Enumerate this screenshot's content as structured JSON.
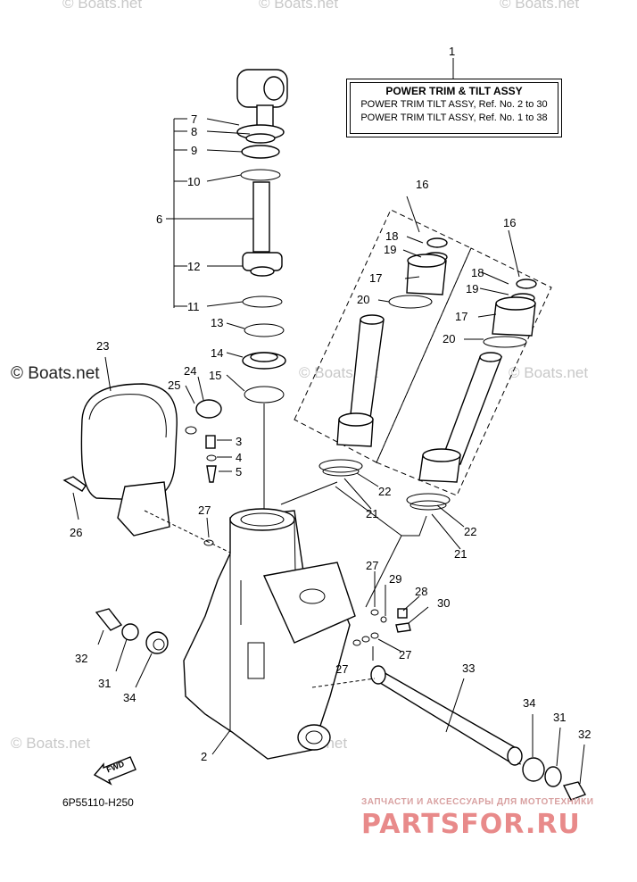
{
  "watermarks": {
    "top": [
      "© Boats.net",
      "© Boats.net",
      "© Boats.net"
    ],
    "mid_right": "© Boats.net",
    "left_big": "© Boats.net",
    "bottom_left": "© Boats.net",
    "bottom_mid": "© Boats.net"
  },
  "title_box": {
    "line1": "POWER TRIM & TILT ASSY",
    "line2": "POWER TRIM TILT ASSY,  Ref. No. 2 to 30",
    "line3": "POWER TRIM TILT ASSY,  Ref. No. 1 to 38"
  },
  "callouts": [
    "1",
    "2",
    "3",
    "4",
    "5",
    "6",
    "7",
    "8",
    "9",
    "10",
    "11",
    "12",
    "13",
    "14",
    "15",
    "16",
    "16",
    "17",
    "17",
    "18",
    "18",
    "19",
    "19",
    "20",
    "20",
    "21",
    "21",
    "22",
    "22",
    "23",
    "24",
    "25",
    "26",
    "27",
    "27",
    "27",
    "27",
    "28",
    "29",
    "30",
    "31",
    "31",
    "32",
    "32",
    "33",
    "34",
    "34"
  ],
  "fwd_label": "FWD",
  "diagram_code": "6P55110-H250",
  "shop_caption": "ЗАПЧАСТИ И АКСЕССУАРЫ ДЛЯ МОТОТЕХНИКИ",
  "shop_logo": "PARTSFOR.RU"
}
